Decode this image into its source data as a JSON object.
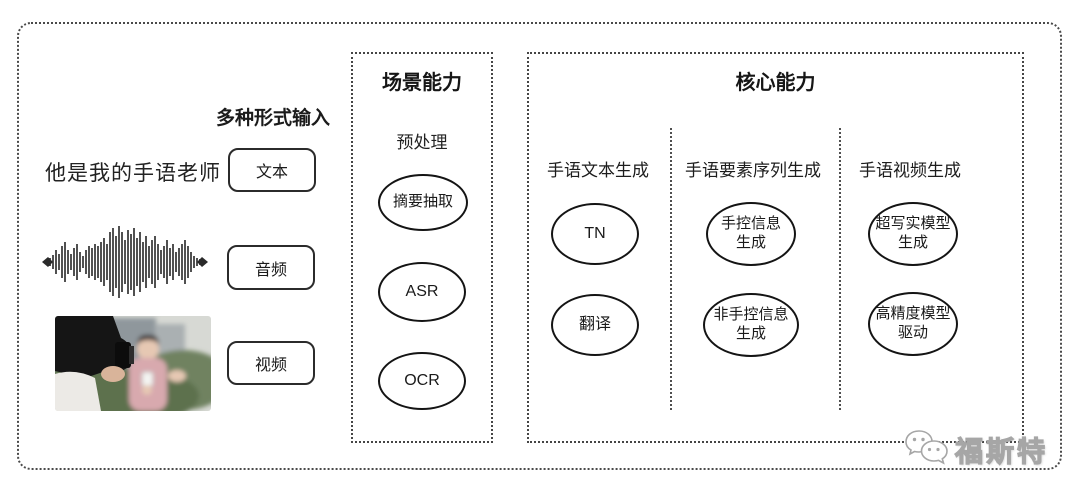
{
  "input_section": {
    "title": "多种形式输入",
    "sample_sentence": "他是我的手语老师",
    "boxes": [
      {
        "label": "文本"
      },
      {
        "label": "音频"
      },
      {
        "label": "视频"
      }
    ],
    "illustrations": [
      {
        "icon": "audio-waveform-icon"
      },
      {
        "icon": "reporter-video-photo"
      }
    ]
  },
  "scene_panel": {
    "title": "场景能力",
    "stage_label": "预处理",
    "nodes": [
      {
        "label": "摘要抽取"
      },
      {
        "label": "ASR"
      },
      {
        "label": "OCR"
      }
    ]
  },
  "core_panel": {
    "title": "核心能力",
    "columns": [
      {
        "header": "手语文本生成",
        "nodes": [
          {
            "label": "TN"
          },
          {
            "label": "翻译"
          }
        ]
      },
      {
        "header": "手语要素序列生成",
        "nodes": [
          {
            "label": "手控信息\n生成"
          },
          {
            "label": "非手控信息\n生成"
          }
        ]
      },
      {
        "header": "手语视频生成",
        "nodes": [
          {
            "label": "超写实模型\n生成"
          },
          {
            "label": "高精度模型\n驱动"
          }
        ]
      }
    ]
  },
  "watermark": {
    "label": "福斯特",
    "icon": "wechat-icon"
  },
  "colors": {
    "ink": "#1a1a1a",
    "dotted_border": "#4a4a4a",
    "watermark_gray": "#a6a6a6",
    "background": "#ffffff"
  }
}
